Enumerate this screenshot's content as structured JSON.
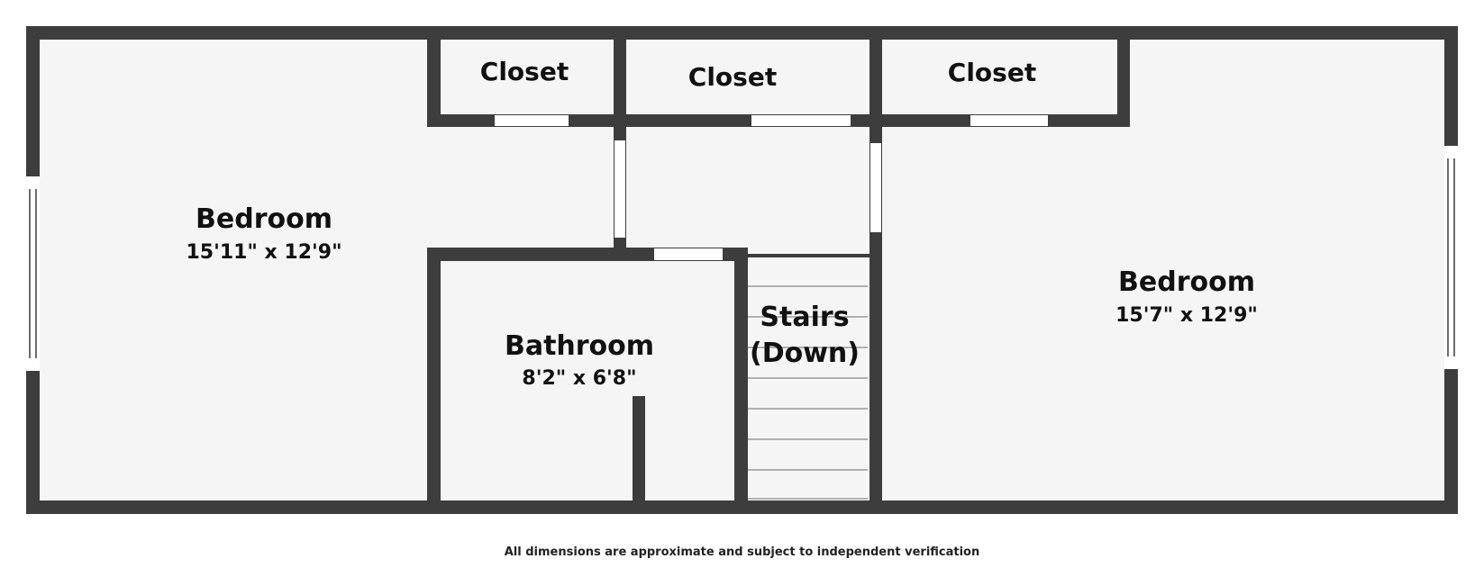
{
  "rooms": {
    "bedroom_left": {
      "name": "Bedroom",
      "dimensions": "15'11\" x 12'9\""
    },
    "closet_1": {
      "name": "Closet"
    },
    "closet_2": {
      "name": "Closet"
    },
    "closet_3": {
      "name": "Closet"
    },
    "bathroom": {
      "name": "Bathroom",
      "dimensions": "8'2\" x 6'8\""
    },
    "stairs": {
      "name_line1": "Stairs",
      "name_line2": "(Down)"
    },
    "bedroom_right": {
      "name": "Bedroom",
      "dimensions": "15'7\" x 12'9\""
    }
  },
  "disclaimer": "All dimensions are approximate and subject to independent verification",
  "colors": {
    "wall": "#3d3d3d",
    "floor": "#f5f5f5",
    "opening": "#ffffff",
    "stair_line": "#b0b0b0"
  }
}
